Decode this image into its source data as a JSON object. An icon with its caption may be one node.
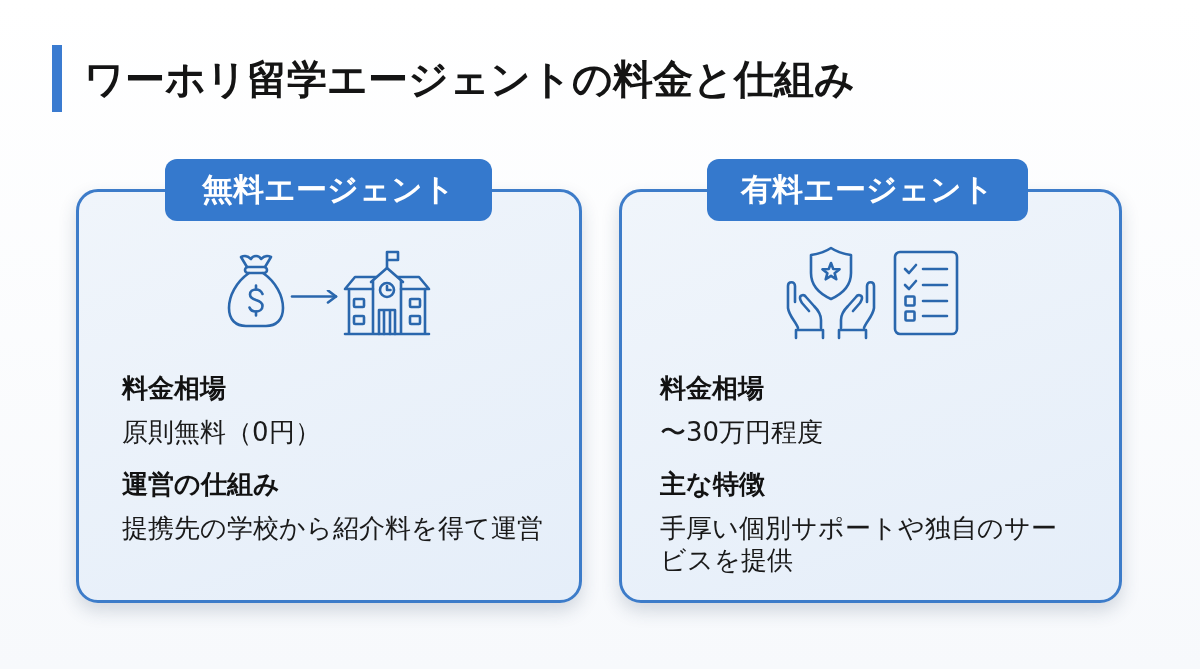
{
  "diagram": {
    "title": "ワーホリ留学エージェントの料金と仕組み",
    "nodes": [
      {
        "text": [
          "無料エージェント",
          "料金相場",
          "原則無料（0円）",
          "運営の仕組み",
          "提携先の学校から紹介料を得て運営"
        ]
      },
      {
        "text": [],
        "shape": "picture",
        "in": 0
      },
      {
        "text": [],
        "shape": "picture",
        "in": 0
      },
      {
        "text": [
          "有料エージェント",
          "料金相場",
          "〜30万円程度",
          "主な特徴",
          "手厚い個別サポートや独自のサービスを提供"
        ]
      }
    ],
    "edges": [
      {
        "from": 1,
        "to": 2,
        "arrow": "to"
      }
    ]
  }
}
